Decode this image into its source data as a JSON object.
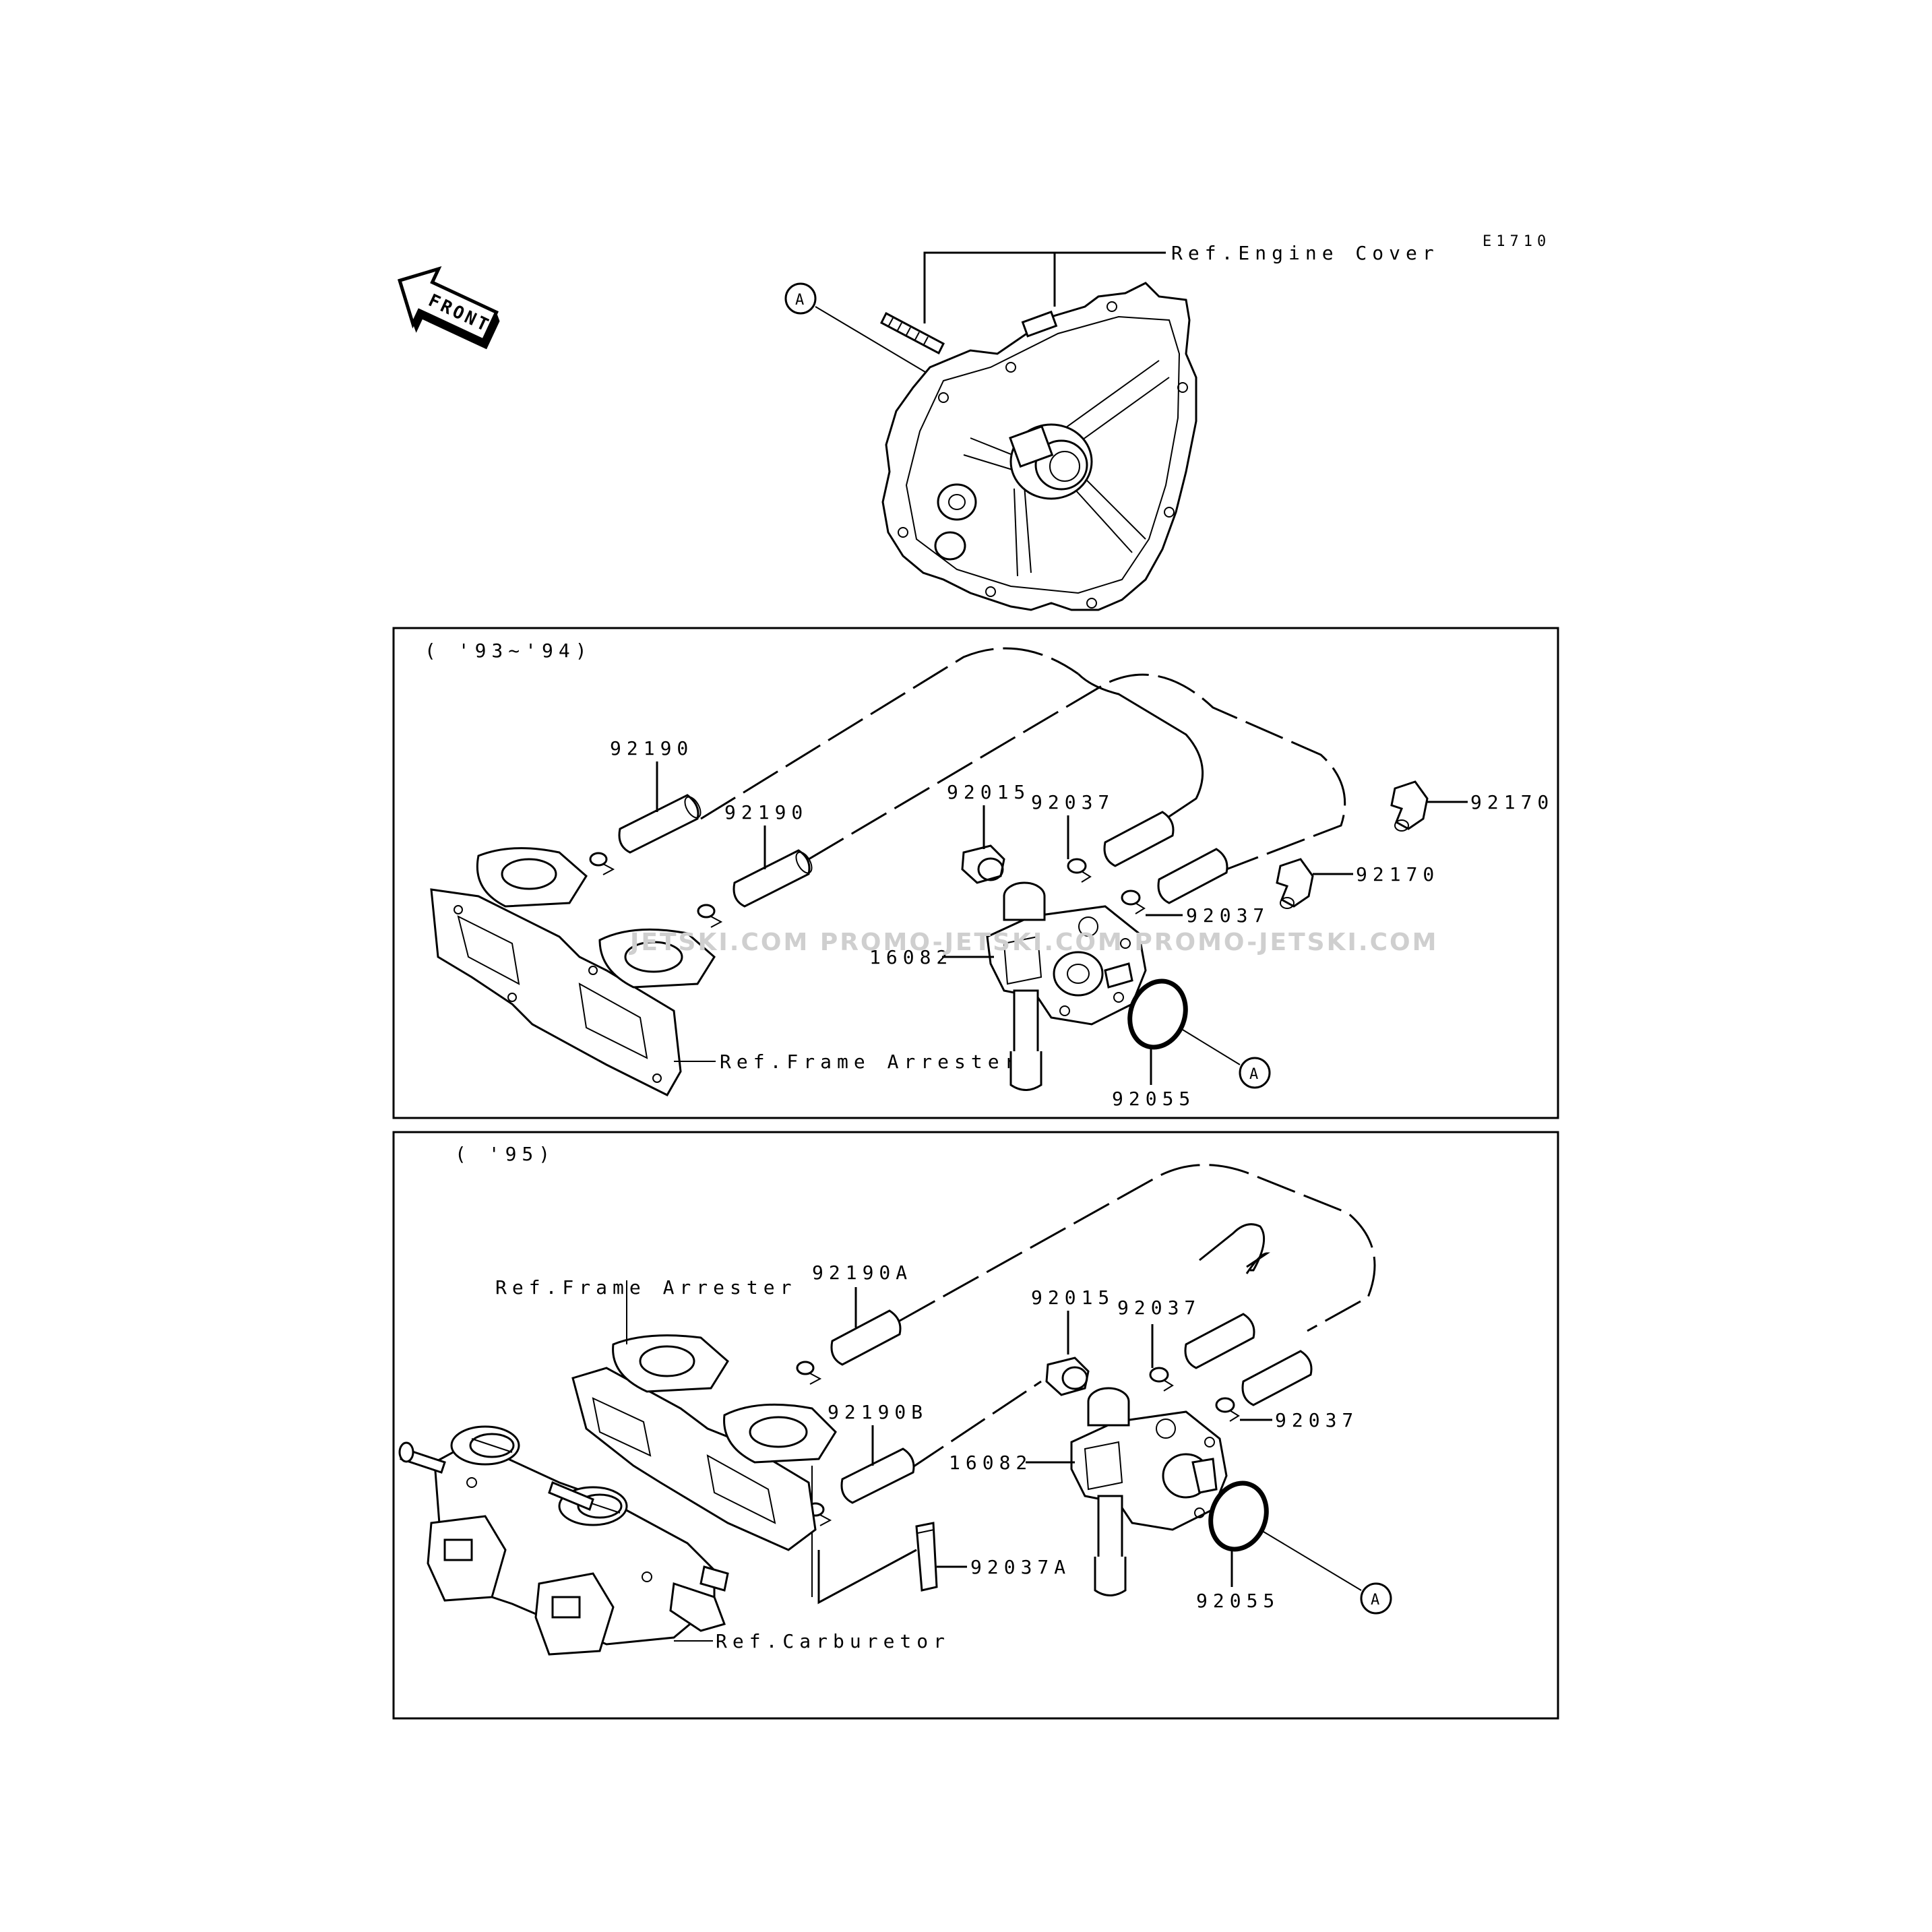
{
  "diagram_code": "E1710",
  "front_label": "FRONT",
  "top": {
    "engine_cover_ref": "Ref.Engine Cover",
    "callout_a": "A"
  },
  "panel1": {
    "period": "( '93~'94)",
    "labels": {
      "hose_92190_a": "92190",
      "hose_92190_b": "92190",
      "cap_92015": "92015",
      "clip_92037_a": "92037",
      "clip_92037_b": "92037",
      "clamp_92170_a": "92170",
      "clamp_92170_b": "92170",
      "valve_16082": "16082",
      "oring_92055": "92055",
      "frame_arrester_ref": "Ref.Frame Arrester",
      "callout_a": "A"
    }
  },
  "panel2": {
    "period": "( '95)",
    "labels": {
      "frame_arrester_ref": "Ref.Frame Arrester",
      "hose_92190A": "92190A",
      "hose_92190B": "92190B",
      "cap_92015": "92015",
      "clip_92037_a": "92037",
      "clip_92037_b": "92037",
      "clip_92037A": "92037A",
      "valve_16082": "16082",
      "oring_92055": "92055",
      "carburetor_ref": "Ref.Carburetor",
      "callout_a": "A"
    }
  },
  "watermark": "JETSKI.COM  PROMO-JETSKI.COM  PROMO-JETSKI.COM"
}
